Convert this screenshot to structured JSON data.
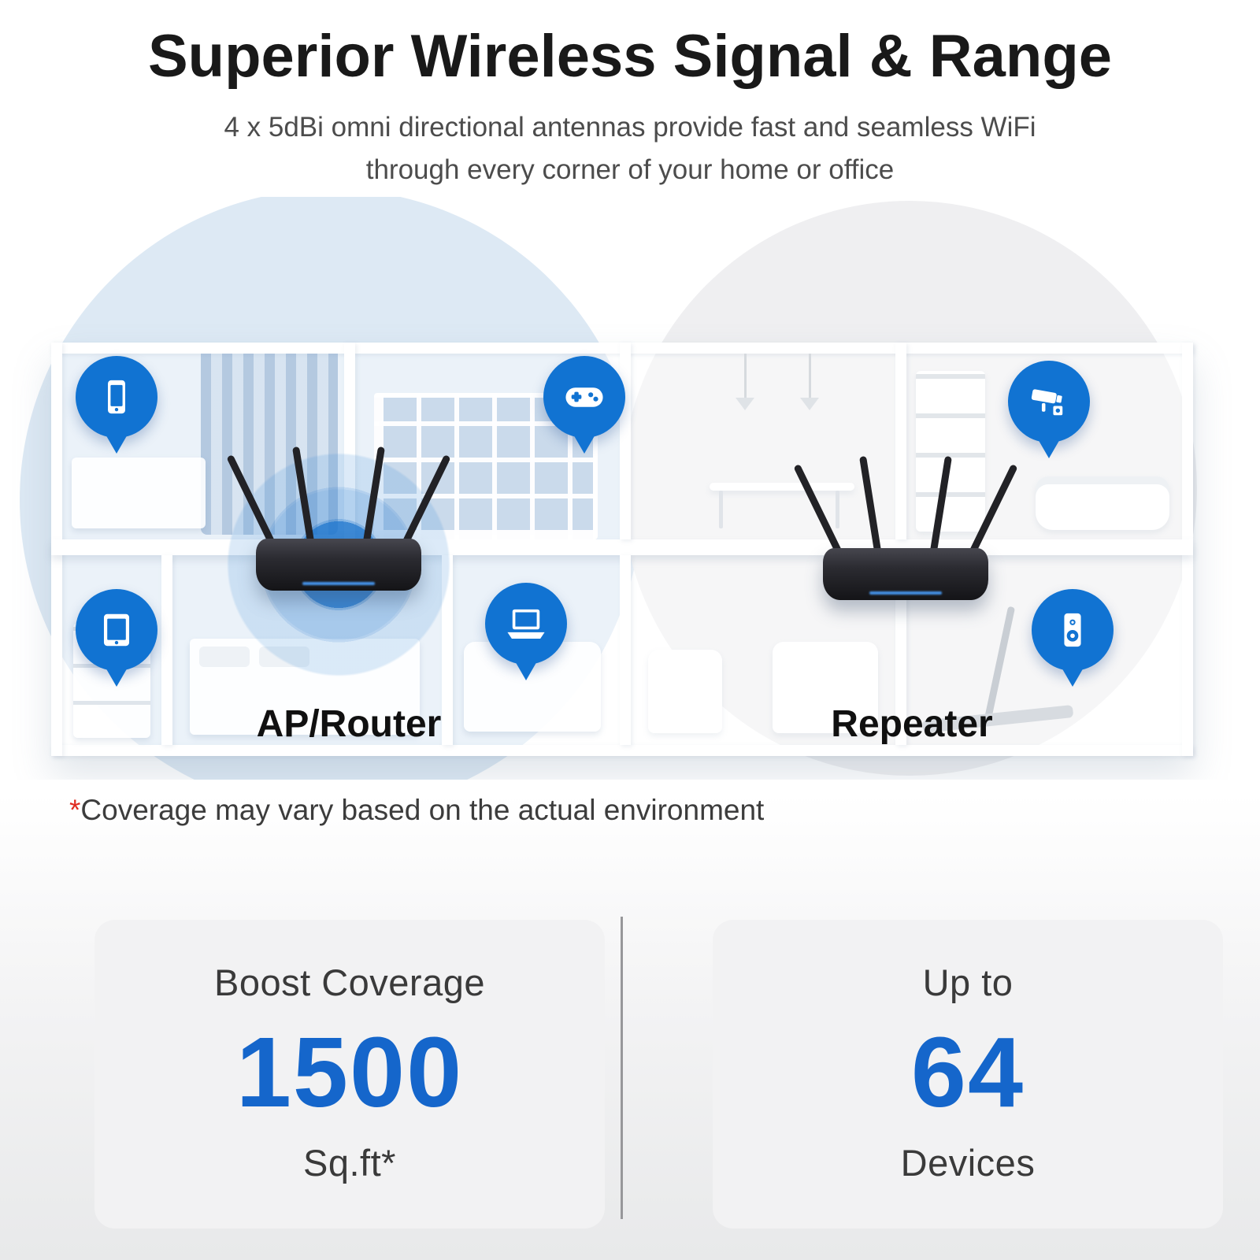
{
  "header": {
    "title": "Superior Wireless Signal & Range",
    "subtitle_line1": "4 x 5dBi omni directional antennas provide fast and seamless WiFi",
    "subtitle_line2": "through every corner of your home or office"
  },
  "illustration": {
    "left_label": "AP/Router",
    "right_label": "Repeater",
    "pins": [
      {
        "icon": "smartphone-icon"
      },
      {
        "icon": "gamepad-icon"
      },
      {
        "icon": "tablet-icon"
      },
      {
        "icon": "laptop-icon"
      },
      {
        "icon": "cctv-camera-icon"
      },
      {
        "icon": "speaker-icon"
      }
    ]
  },
  "footnote": {
    "asterisk": "*",
    "text": "Coverage may vary based on the actual environment"
  },
  "stats": {
    "left": {
      "label_top": "Boost Coverage",
      "value": "1500",
      "label_bottom": "Sq.ft*"
    },
    "right": {
      "label_top": "Up to",
      "value": "64",
      "label_bottom": "Devices"
    }
  },
  "colors": {
    "accent_blue": "#1173d2",
    "stat_blue": "#1566cb",
    "glow_blue": "#1b74cd",
    "circle_blue": "#dde9f4",
    "circle_gray": "#efeff1",
    "title_color": "#191919",
    "body_text": "#4c4c4c",
    "asterisk_red": "#e02b20",
    "card_bg": "#f2f2f3"
  }
}
